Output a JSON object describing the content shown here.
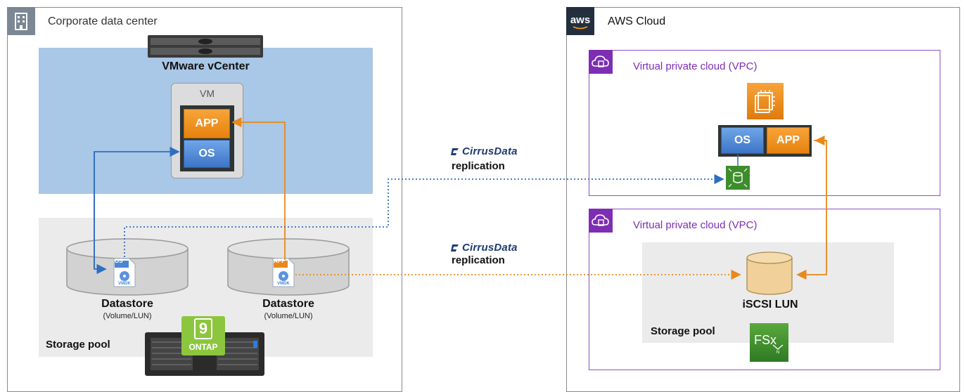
{
  "left": {
    "title": "Corporate data center",
    "vcenter_label": "VMware vCenter",
    "vm_label": "VM",
    "app_label": "APP",
    "os_label": "OS",
    "datastore1": {
      "label": "Datastore",
      "sub": "(Volume/LUN)",
      "file_tag": "OS",
      "file_sub": "VMDK"
    },
    "datastore2": {
      "label": "Datastore",
      "sub": "(Volume/LUN)",
      "file_tag": "APP",
      "file_sub": "VMDK"
    },
    "storage_pool_label": "Storage pool",
    "ontap_number": "9",
    "ontap_label": "ONTAP"
  },
  "middle": {
    "brand1": "CirrusData",
    "replication1": "replication",
    "brand2": "CirrusData",
    "replication2": "replication"
  },
  "right": {
    "aws_logo": "aws",
    "title": "AWS Cloud",
    "vpc1_title": "Virtual private cloud (VPC)",
    "vpc2_title": "Virtual private cloud (VPC)",
    "os_label": "OS",
    "app_label": "APP",
    "iscsi_label": "iSCSI LUN",
    "storage_pool_label": "Storage pool",
    "fsx_label": "FSx"
  },
  "colors": {
    "vcenter_blue": "#a9c7e6",
    "storage_gray": "#ebebeb",
    "vpc_purple": "#8c4fc9",
    "blue_line": "#2f6fc2",
    "orange_line": "#e8891c",
    "lun_tan": "#f1d199",
    "fsx_green": "#3e8d2c"
  },
  "icons": [
    "building-icon",
    "server-icon",
    "vpc-cloud-icon",
    "ec2-instance-icon",
    "ebs-volume-icon",
    "fsx-icon",
    "ontap-icon",
    "storage-array-icon",
    "vmdk-file-icon"
  ]
}
